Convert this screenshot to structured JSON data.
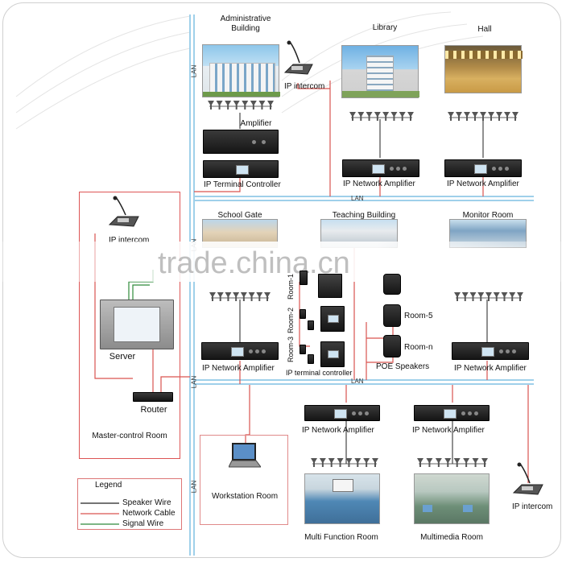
{
  "locations": {
    "admin": "Administrative\nBuilding",
    "library": "Library",
    "hall": "Hall",
    "school_gate": "School Gate",
    "teaching": "Teaching Building",
    "monitor": "Monitor Room",
    "master": "Master-control Room",
    "workstation": "Workstation Room",
    "multi_function": "Multi Function Room",
    "multimedia": "Multimedia Room"
  },
  "devices": {
    "ip_intercom": "IP intercom",
    "amplifier": "Amplifier",
    "ip_terminal_controller_top": "IP Terminal Controller",
    "ip_network_amplifier": "IP Network Amplifier",
    "ip_terminal_controller_mid": "IP terminal controller",
    "server": "Server",
    "router": "Router",
    "poe_speakers": "POE Speakers",
    "room_1": "Room-1",
    "room_2": "Room-2",
    "room_3": "Room-3",
    "room_5": "Room-5",
    "room_n": "Room-n"
  },
  "lan_label": "LAN",
  "legend": {
    "title": "Legend",
    "items": [
      {
        "label": "Speaker Wire",
        "color": "#222222"
      },
      {
        "label": "Network Cable",
        "color": "#d9534f"
      },
      {
        "label": "Signal Wire",
        "color": "#2e8b3a"
      }
    ]
  },
  "watermark": "trade.china.cn",
  "colors": {
    "lan": "#9fd0ea",
    "network_cable": "#d9534f",
    "speaker_wire": "#222222",
    "signal_wire": "#2e8b3a"
  }
}
